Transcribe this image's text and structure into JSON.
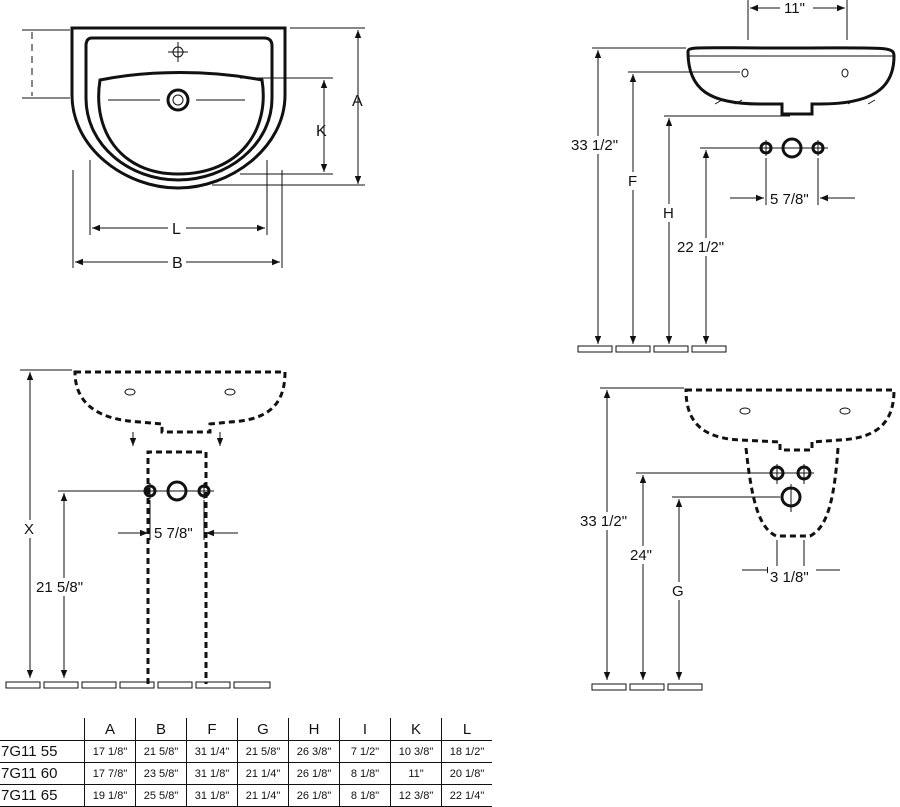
{
  "views": {
    "top": {
      "labels": {
        "A": "A",
        "K": "K",
        "L": "L",
        "B": "B"
      }
    },
    "side": {
      "labels": {
        "top_width": "11\"",
        "height_total": "33 1/2\"",
        "F": "F",
        "H": "H",
        "height_supply": "22 1/2\"",
        "spacing": "5 7/8\""
      }
    },
    "pedestal": {
      "labels": {
        "X": "X",
        "height_supply": "21 5/8\"",
        "spacing": "5 7/8\""
      }
    },
    "semi_pedestal": {
      "labels": {
        "height_total": "33 1/2\"",
        "height_supply": "24\"",
        "G": "G",
        "spacing": "3 1/8\""
      }
    }
  },
  "table": {
    "headers": [
      "A",
      "B",
      "F",
      "G",
      "H",
      "I",
      "K",
      "L"
    ],
    "rows": [
      {
        "model": "7G11 55",
        "values": [
          "17 1/8\"",
          "21 5/8\"",
          "31 1/4\"",
          "21 5/8\"",
          "26 3/8\"",
          "7 1/2\"",
          "10 3/8\"",
          "18 1/2\""
        ]
      },
      {
        "model": "7G11 60",
        "values": [
          "17 7/8\"",
          "23 5/8\"",
          "31 1/8\"",
          "21 1/4\"",
          "26 1/8\"",
          "8 1/8\"",
          "11\"",
          "20 1/8\""
        ]
      },
      {
        "model": "7G11 65",
        "values": [
          "19 1/8\"",
          "25 5/8\"",
          "31 1/8\"",
          "21 1/4\"",
          "26 1/8\"",
          "8 1/8\"",
          "12 3/8\"",
          "22 1/4\""
        ]
      }
    ]
  }
}
